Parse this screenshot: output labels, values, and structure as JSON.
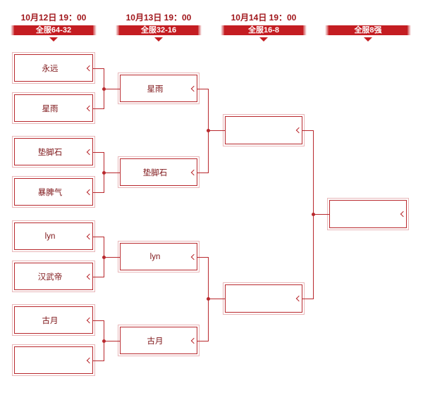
{
  "rounds": [
    {
      "date": "10月12日  19：00",
      "label": "全服64-32"
    },
    {
      "date": "10月13日  19：00",
      "label": "全服32-16"
    },
    {
      "date": "10月14日  19：00",
      "label": "全服16-8"
    },
    {
      "date": "",
      "label": "全服8强"
    }
  ],
  "round1": [
    "永远",
    "星雨",
    "垫脚石",
    "暴脾气",
    "lyn",
    "汉武帝",
    "古月",
    ""
  ],
  "round2": [
    "星雨",
    "垫脚石",
    "lyn",
    "古月"
  ],
  "round3": [
    "",
    ""
  ],
  "round4": [
    ""
  ],
  "colors": {
    "accent": "#c41d22",
    "border": "#b8282d",
    "text": "#7d1417"
  }
}
